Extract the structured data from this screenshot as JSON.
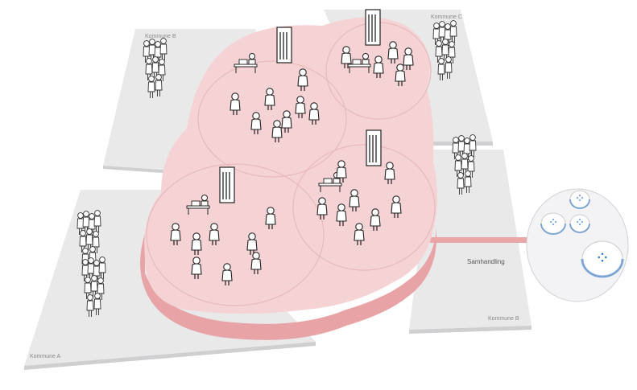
{
  "colors": {
    "platform": "#e9e9ea",
    "platform_edge": "#cfcfd1",
    "cloud_top": "#f5d3d5",
    "cloud_side": "#e8a3a6",
    "cloud_circle": "#e7b9bc",
    "connector": "#eba7a8",
    "hub": "#f3f3f5",
    "hub_accent": "#2f77c6"
  },
  "labels": {
    "kommune_a": "Kommune A",
    "kommune_b_top": "Kommune B",
    "kommune_b_bottom": "Kommune B",
    "kommune_c": "Kommune C",
    "samhandling": "Samhandling"
  },
  "icons": {
    "crowd": "people-crowd-icon",
    "building": "office-building-icon",
    "desk": "desk-worker-icon",
    "person": "person-icon",
    "hub": "network-hub-icon"
  }
}
